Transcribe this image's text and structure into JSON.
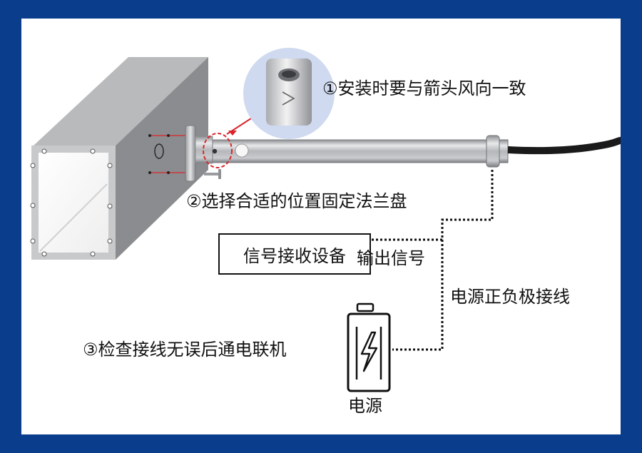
{
  "colors": {
    "border": "#0a3d8c",
    "callout_red": "#d9262b",
    "line": "#111111"
  },
  "steps": {
    "step1": "①安装时要与箭头风向一致",
    "step2": "②选择合适的位置固定法兰盘",
    "step3": "③检查接线无误后通电联机"
  },
  "receiver": {
    "label": "信号接收设备"
  },
  "labels": {
    "output_signal": "输出信号",
    "power_wiring": "电源正负极接线",
    "power_source": "电源"
  },
  "icons": {
    "duct": "duct-illustration",
    "sensor": "sensor-probe",
    "zoom": "zoom-callout",
    "battery": "battery-icon",
    "bolt": "lightning-icon"
  }
}
